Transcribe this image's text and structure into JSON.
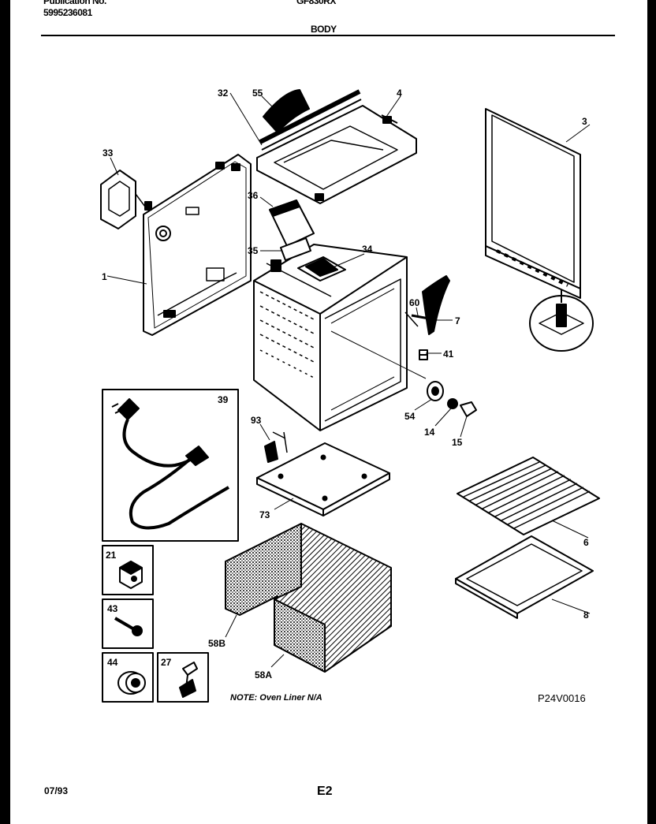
{
  "header": {
    "publication_label": "Publication No.",
    "publication_number": "5995236081",
    "model": "GF830RX",
    "section": "BODY"
  },
  "callouts": {
    "p32": "32",
    "p55": "55",
    "p4": "4",
    "p3": "3",
    "p33": "33",
    "p1": "1",
    "p36": "36",
    "p35": "35",
    "p34": "34",
    "p60": "60",
    "p7": "7",
    "p41": "41",
    "p5": "5",
    "p39": "39",
    "p54": "54",
    "p14": "14",
    "p15": "15",
    "p93": "93",
    "p73": "73",
    "p6": "6",
    "p8": "8",
    "p21": "21",
    "p43": "43",
    "p44": "44",
    "p27": "27",
    "p58b": "58B",
    "p58a": "58A"
  },
  "diagram": {
    "note": "NOTE: Oven Liner N/A",
    "code": "P24V0016"
  },
  "footer": {
    "date": "07/93",
    "page": "E2"
  }
}
